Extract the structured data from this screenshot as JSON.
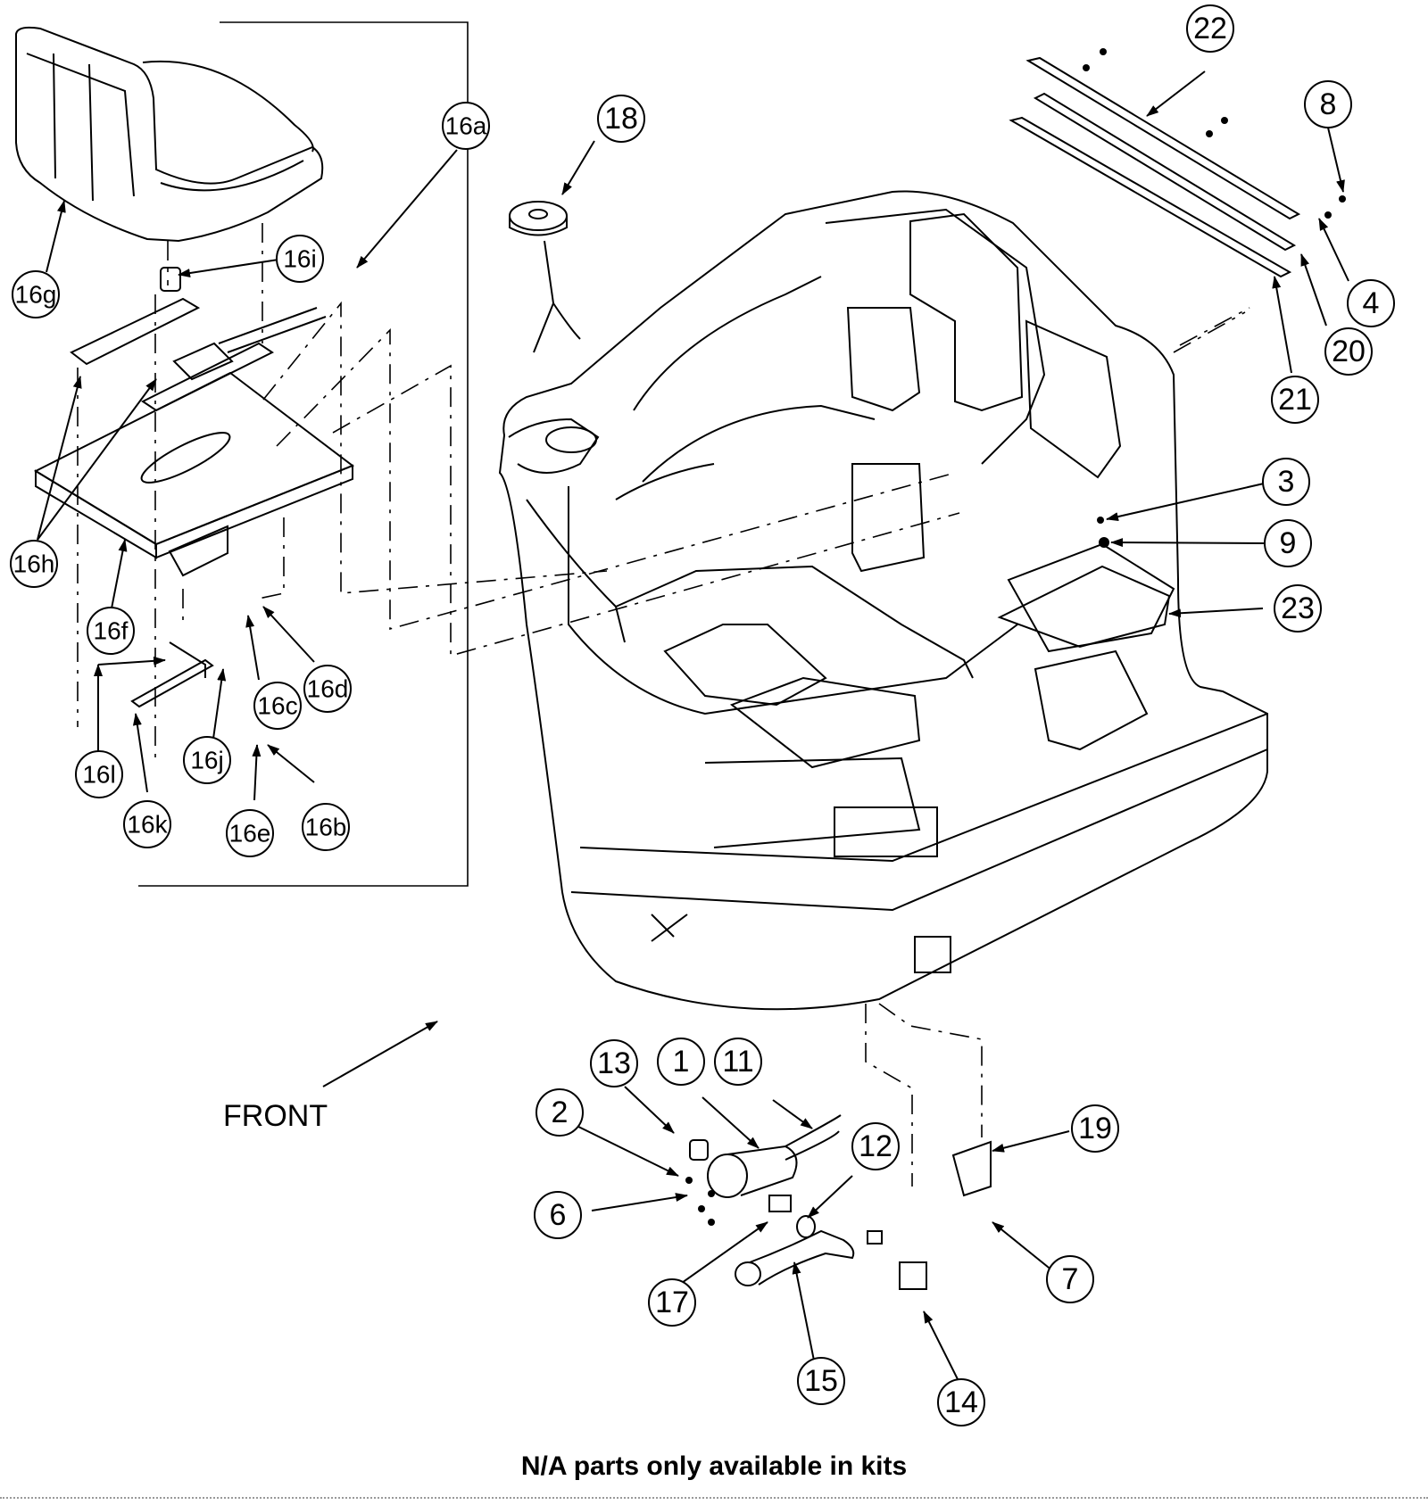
{
  "diagram": {
    "front_label": "FRONT",
    "footer_note": "N/A parts only available in kits",
    "callouts": [
      {
        "id": "16a",
        "label": "16a"
      },
      {
        "id": "16b",
        "label": "16b"
      },
      {
        "id": "16c",
        "label": "16c"
      },
      {
        "id": "16d",
        "label": "16d"
      },
      {
        "id": "16e",
        "label": "16e"
      },
      {
        "id": "16f",
        "label": "16f"
      },
      {
        "id": "16g",
        "label": "16g"
      },
      {
        "id": "16h",
        "label": "16h"
      },
      {
        "id": "16i",
        "label": "16i"
      },
      {
        "id": "16j",
        "label": "16j"
      },
      {
        "id": "16k",
        "label": "16k"
      },
      {
        "id": "16l",
        "label": "16l"
      },
      {
        "id": "1",
        "label": "1"
      },
      {
        "id": "2",
        "label": "2"
      },
      {
        "id": "3",
        "label": "3"
      },
      {
        "id": "4",
        "label": "4"
      },
      {
        "id": "6",
        "label": "6"
      },
      {
        "id": "7",
        "label": "7"
      },
      {
        "id": "8",
        "label": "8"
      },
      {
        "id": "9",
        "label": "9"
      },
      {
        "id": "11",
        "label": "11"
      },
      {
        "id": "12",
        "label": "12"
      },
      {
        "id": "13",
        "label": "13"
      },
      {
        "id": "14",
        "label": "14"
      },
      {
        "id": "15",
        "label": "15"
      },
      {
        "id": "17",
        "label": "17"
      },
      {
        "id": "18",
        "label": "18"
      },
      {
        "id": "19",
        "label": "19"
      },
      {
        "id": "20",
        "label": "20"
      },
      {
        "id": "21",
        "label": "21"
      },
      {
        "id": "22",
        "label": "22"
      },
      {
        "id": "23",
        "label": "23"
      }
    ]
  }
}
